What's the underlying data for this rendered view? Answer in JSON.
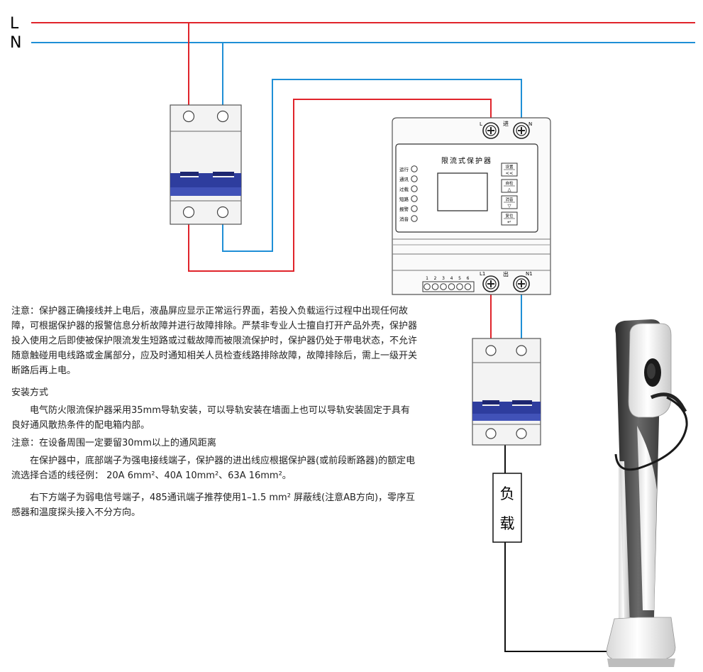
{
  "lines": {
    "L": "L",
    "N": "N"
  },
  "protector": {
    "title": "限流式保护器",
    "in_label": "进",
    "out_label": "出",
    "terminal_L": "L",
    "terminal_N": "N",
    "terminal_L1": "L1",
    "terminal_N1": "N1",
    "indicators": [
      "运行",
      "通讯",
      "过载",
      "短路",
      "报警",
      "消音"
    ],
    "buttons": [
      {
        "label": "设置",
        "sub": "<<"
      },
      {
        "label": "自检",
        "sub": "△"
      },
      {
        "label": "消音",
        "sub": "▽"
      },
      {
        "label": "复位",
        "sub": "↵"
      }
    ],
    "signal_terminals": [
      "1",
      "2",
      "3",
      "4",
      "5",
      "6"
    ]
  },
  "load": {
    "chars": [
      "负",
      "载"
    ]
  },
  "notes": {
    "p1": "注意：保护器正确接线并上电后，液晶屏应显示正常运行界面，若投入负载运行过程中出现任何故障，可根据保护器的报警信息分析故障并进行故障排除。严禁非专业人士擅自打开产品外壳，保护器投入使用之后即使被保护限流发生短路或过载故障而被限流保护时，保护器仍处于带电状态，不允许随意触碰用电线路或金属部分，应及时通知相关人员检查线路排除故障，故障排除后，需上一级开关断路后再上电。",
    "install_title": "安装方式",
    "p2": "电气防火限流保护器采用35mm导轨安装，可以导轨安装在墙面上也可以导轨安装固定于具有良好通风散热条件的配电箱内部。",
    "p3": "注意：在设备周围一定要留30mm以上的通风距离",
    "p4": "在保护器中，底部端子为强电接线端子，保护器的进出线应根据保护器(或前段断路器)的额定电流选择合适的线径例： 20A  6mm²、40A 10mm²、63A 16mm²。",
    "p5": "右下方端子为弱电信号端子，485通讯端子推荐使用1–1.5 mm² 屏蔽线(注意AB方向)，零序互感器和温度探头接入不分方向。"
  },
  "colors": {
    "live": "#e0242b",
    "neutral": "#1f8fd6",
    "breaker_blue": "#2e3d9e",
    "wire_black": "#111111"
  }
}
